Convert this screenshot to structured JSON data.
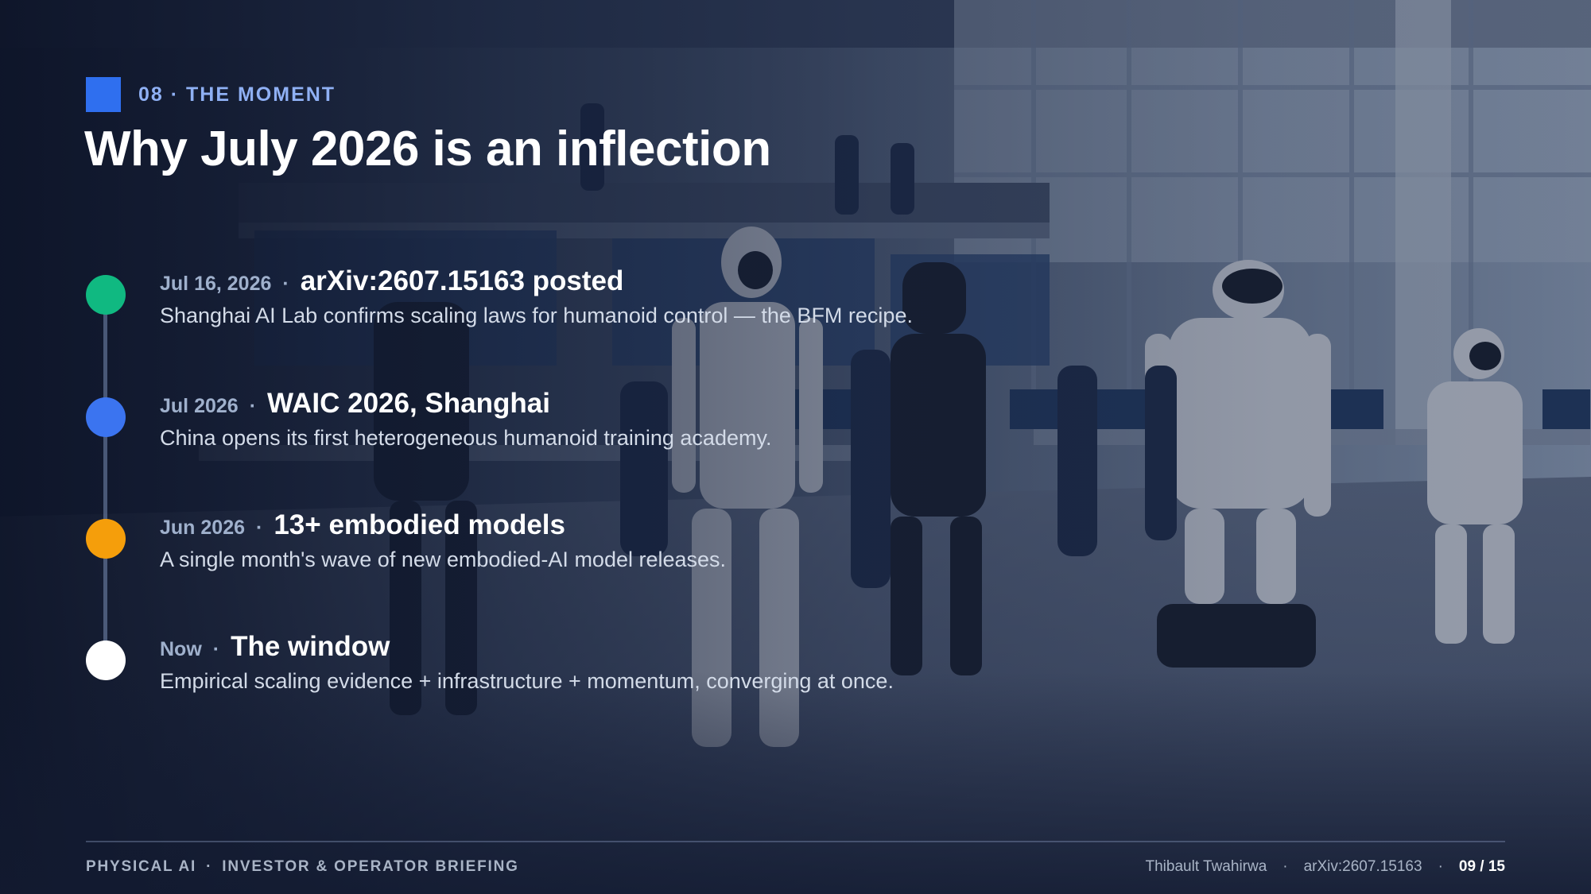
{
  "slide": {
    "eyebrow": "08 · THE MOMENT",
    "title": "Why July 2026 is an inflection",
    "accent_color": "#2f6fef"
  },
  "timeline": {
    "separator": "·",
    "events": [
      {
        "date": "Jul 16, 2026",
        "title": "arXiv:2607.15163 posted",
        "description": "Shanghai AI Lab confirms scaling laws for humanoid control — the BFM recipe.",
        "dot_color": "#10b981"
      },
      {
        "date": "Jul 2026",
        "title": "WAIC 2026, Shanghai",
        "description": "China opens its first heterogeneous humanoid training academy.",
        "dot_color": "#3b74f0"
      },
      {
        "date": "Jun 2026",
        "title": "13+ embodied models",
        "description": "A single month's wave of new embodied-AI model releases.",
        "dot_color": "#f59e0b"
      },
      {
        "date": "Now",
        "title": "The window",
        "description": "Empirical scaling evidence + infrastructure + momentum, converging at once.",
        "dot_color": "#ffffff"
      }
    ]
  },
  "footer": {
    "left_primary": "PHYSICAL AI",
    "left_separator": "·",
    "left_secondary": "INVESTOR & OPERATOR BRIEFING",
    "author": "Thibault Twahirwa",
    "paper_id": "arXiv:2607.15163",
    "page": "09 / 15",
    "separator": "·"
  },
  "background": {
    "icon": "humanoid-robot-factory-image"
  }
}
